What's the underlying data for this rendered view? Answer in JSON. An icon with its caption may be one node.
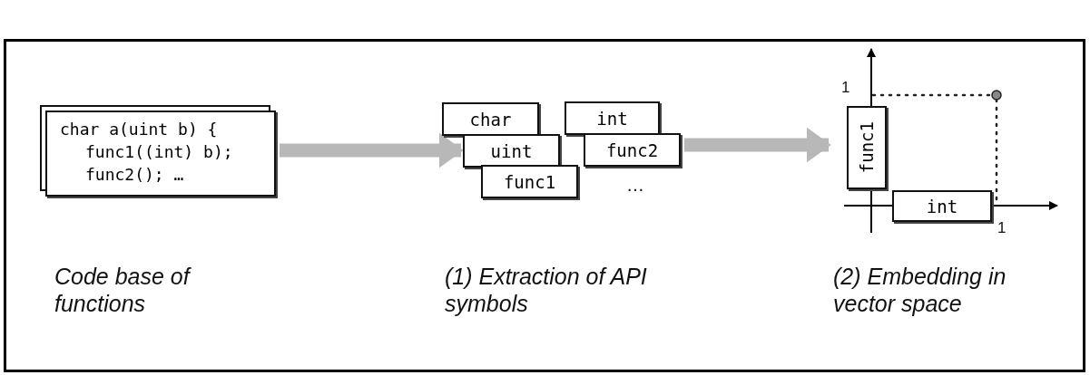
{
  "diagram": {
    "nodes": [
      {
        "text": [
          "char a(uint b) {",
          "func1((int) b);",
          "func2(); …"
        ]
      },
      {
        "text": [
          "char"
        ]
      },
      {
        "text": [
          "uint"
        ]
      },
      {
        "text": [
          "func1"
        ]
      },
      {
        "text": [
          "int"
        ]
      },
      {
        "text": [
          "func2"
        ]
      },
      {
        "text": [],
        "shape": "picture"
      },
      {
        "text": [
          "func1"
        ],
        "in": 6
      },
      {
        "text": [
          "int"
        ],
        "in": 6
      }
    ],
    "edges": [
      {
        "from": 0,
        "to": 2,
        "arrow": "to"
      },
      {
        "from": 5,
        "to": 6,
        "arrow": "to"
      }
    ],
    "labels": [
      "1",
      "…",
      "1",
      "Code base of functions",
      "(1) Extraction of API symbols",
      "(2) Embedding in vector space"
    ]
  }
}
